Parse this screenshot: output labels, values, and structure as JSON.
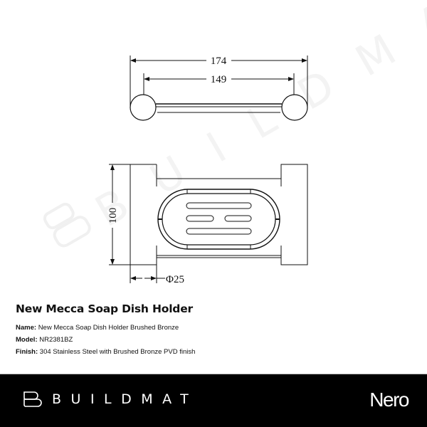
{
  "drawing": {
    "top_view": {
      "overall_width_label": "174",
      "inner_width_label": "149"
    },
    "front_view": {
      "height_label": "100",
      "diameter_label": "Φ25"
    },
    "watermark_text": "BUILDMAT"
  },
  "product": {
    "title": "New Mecca Soap Dish Holder",
    "specs": [
      {
        "label": "Name:",
        "value": "New Mecca Soap Dish Holder Brushed Bronze"
      },
      {
        "label": "Model:",
        "value": "NR2381BZ"
      },
      {
        "label": "Finish:",
        "value": "304 Stainless Steel with Brushed Bronze PVD finish"
      }
    ]
  },
  "footer": {
    "brand": "BUILDMAT",
    "brand_icon": "buildmat-b-logo-icon",
    "partner": "Nero",
    "background": "#000000",
    "text_color": "#ffffff"
  }
}
